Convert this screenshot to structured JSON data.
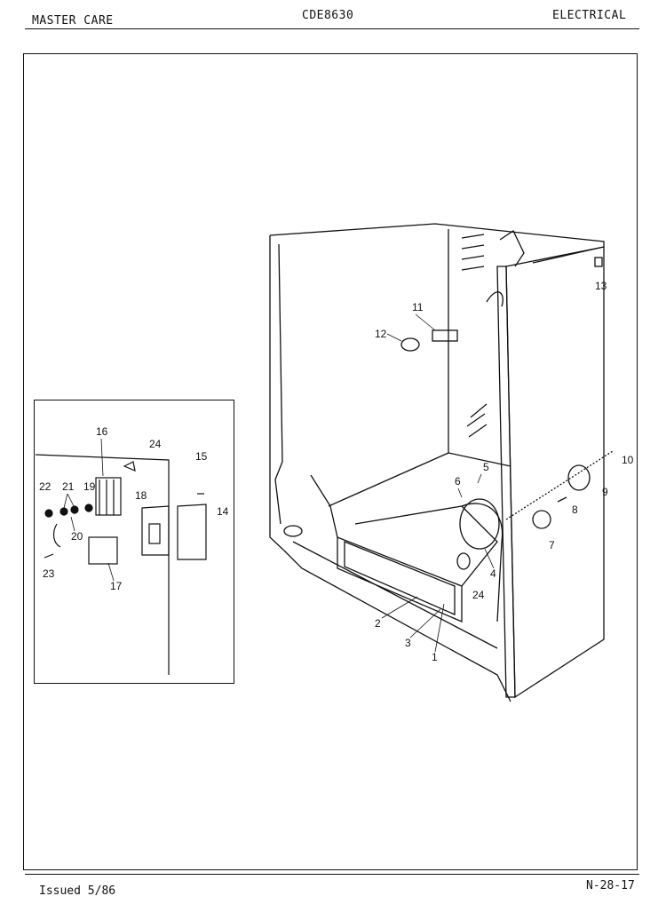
{
  "header": {
    "brand": "MASTER CARE",
    "model": "CDE8630",
    "section": "ELECTRICAL"
  },
  "footer": {
    "issued": "Issued 5/86",
    "page_code": "N-28-17"
  },
  "diagram": {
    "callouts_main": [
      "1",
      "2",
      "3",
      "4",
      "5",
      "6",
      "7",
      "8",
      "9",
      "10",
      "11",
      "12",
      "13",
      "24"
    ],
    "callouts_inset": [
      "14",
      "15",
      "16",
      "17",
      "18",
      "19",
      "20",
      "21",
      "22",
      "23",
      "24"
    ]
  }
}
